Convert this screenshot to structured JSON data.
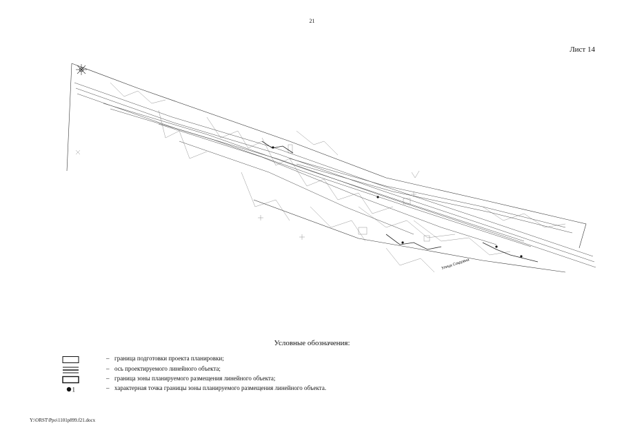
{
  "page": {
    "number": "21",
    "sheet": "Лист 14"
  },
  "map": {
    "street_label": "Улица Сокдовна"
  },
  "legend": {
    "title": "Условные обозначения:",
    "items": [
      {
        "symbol": "rectangle-outline-icon",
        "dash": "–",
        "text": "граница подготовки проекта планировки;"
      },
      {
        "symbol": "axis-lines-icon",
        "dash": "–",
        "text": "ось проектируемого линейного объекта;"
      },
      {
        "symbol": "zone-rectangle-icon",
        "dash": "–",
        "text": "граница зоны планируемого размещения линейного объекта;"
      },
      {
        "symbol": "point-marker-icon",
        "marker_label": "1",
        "dash": "–",
        "text": "характерная точка границы зоны планируемого размещения линейного объекта."
      }
    ]
  },
  "footer": {
    "path": "Y:\\ORST\\Ppo\\1101p899.f21.docx"
  }
}
